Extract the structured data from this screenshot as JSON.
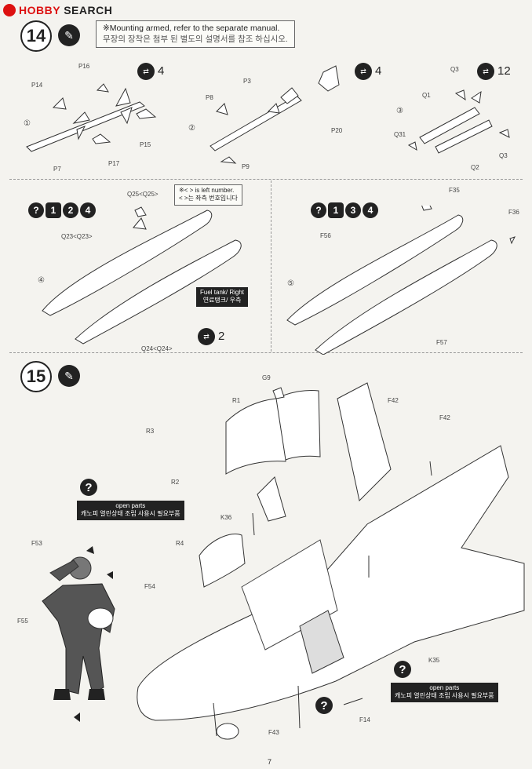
{
  "header": {
    "logo_word1": "HOBBY",
    "logo_word2": " SEARCH"
  },
  "step14": {
    "number": "14",
    "note_en": "※Mounting armed, refer to the separate manual.",
    "note_ko": "무장의 장착은 첨부 된 별도의 설명서를 참조 하십시오.",
    "sub1": {
      "mark": "①",
      "qty": "4",
      "parts": [
        "P16",
        "P14",
        "P15",
        "P7",
        "P17"
      ]
    },
    "sub2": {
      "mark": "②",
      "qty": "4",
      "parts": [
        "P3",
        "P8",
        "P20",
        "P9"
      ]
    },
    "sub3": {
      "mark": "③",
      "qty": "12",
      "parts": [
        "Q3",
        "Q1",
        "Q31",
        "Q3",
        "Q2"
      ]
    },
    "refbox_line1": "※< > is left number.",
    "refbox_line2": "< >는 좌측 번호입니다",
    "sub4": {
      "mark": "④",
      "options": [
        "?",
        "1",
        "2",
        "4"
      ],
      "parts": [
        "Q25<Q25>",
        "Q23<Q23>",
        "Q24<Q24>"
      ],
      "tank_label_en": "Fuel tank/ Right",
      "tank_label_ko": "연료탱크/ 우측",
      "qty": "2"
    },
    "sub5": {
      "mark": "⑤",
      "options": [
        "?",
        "1",
        "3",
        "4"
      ],
      "parts": [
        "F35",
        "F36",
        "F56",
        "F57"
      ]
    }
  },
  "step15": {
    "number": "15",
    "parts": [
      "G9",
      "R1",
      "F42",
      "R3",
      "F42",
      "R2",
      "K36",
      "R4",
      "F53",
      "F54",
      "F55",
      "K35",
      "F14",
      "F43"
    ],
    "open_parts_1_en": "open parts",
    "open_parts_1_ko": "캐노피 열린상태 조립 사용시 필요부품",
    "open_parts_2_en": "open parts",
    "open_parts_2_ko": "캐노피 열린상태 조립 사용시 필요부품"
  },
  "page_number": "7"
}
